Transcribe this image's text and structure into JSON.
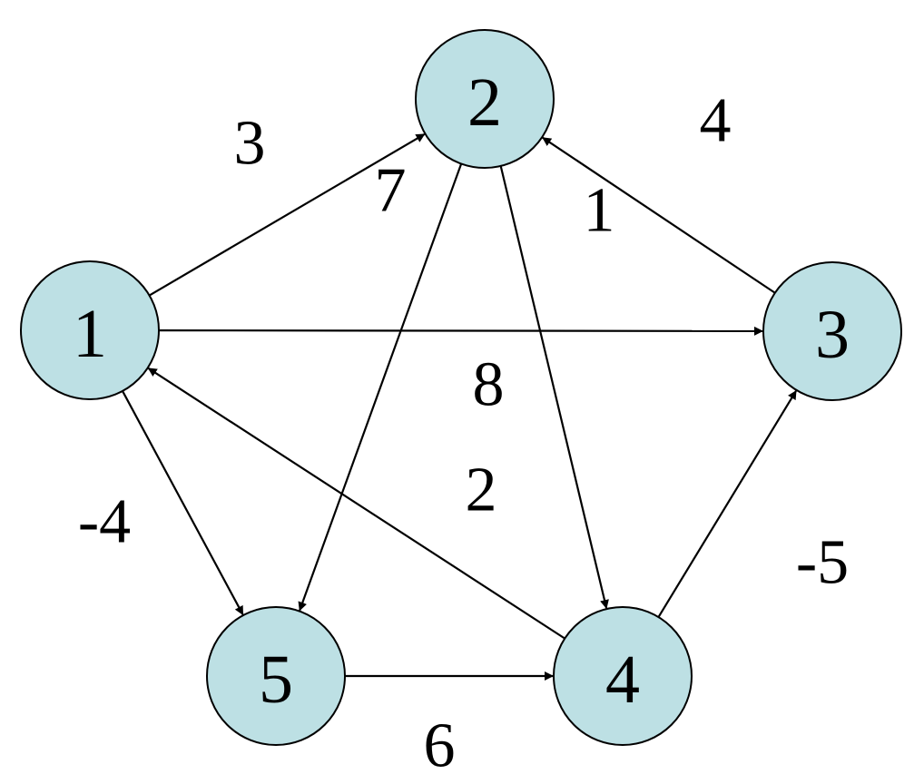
{
  "graph": {
    "node_fill": "#bde0e4",
    "nodes": [
      {
        "id": "1",
        "label": "1"
      },
      {
        "id": "2",
        "label": "2"
      },
      {
        "id": "3",
        "label": "3"
      },
      {
        "id": "4",
        "label": "4"
      },
      {
        "id": "5",
        "label": "5"
      }
    ],
    "edges": [
      {
        "from": "1",
        "to": "2",
        "weight": "3"
      },
      {
        "from": "2",
        "to": "5",
        "weight": "7"
      },
      {
        "from": "2",
        "to": "4",
        "weight": "1"
      },
      {
        "from": "3",
        "to": "2",
        "weight": "4"
      },
      {
        "from": "1",
        "to": "3",
        "weight": "8"
      },
      {
        "from": "4",
        "to": "1",
        "weight": "2"
      },
      {
        "from": "1",
        "to": "5",
        "weight": "-4"
      },
      {
        "from": "4",
        "to": "3",
        "weight": "-5"
      },
      {
        "from": "5",
        "to": "4",
        "weight": "6"
      }
    ]
  }
}
